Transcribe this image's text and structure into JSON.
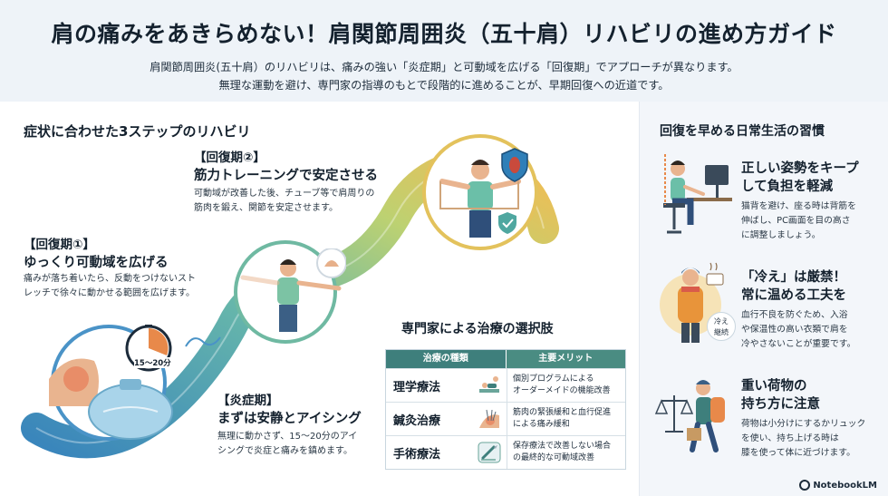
{
  "header": {
    "title": "肩の痛みをあきらめない！肩関節周囲炎（五十肩）リハビリの進め方ガイド",
    "subtitle_line1": "肩関節周囲炎(五十肩）のリハビリは、痛みの強い「炎症期」と可動域を広げる「回復期」でアプローチが異なります。",
    "subtitle_line2": "無理な運動を避け、専門家の指導のもとで段階的に進めることが、早期回復への近道です。"
  },
  "steps": {
    "section_title": "症状に合わせた3ステップのリハビリ",
    "recovery2": {
      "tag": "【回復期②】",
      "heading": "筋力トレーニングで安定させる",
      "desc_line1": "可動域が改善した後、チューブ等で肩周りの",
      "desc_line2": "筋肉を鍛え、関節を安定させます。"
    },
    "recovery1": {
      "tag": "【回復期①】",
      "heading": "ゆっくり可動域を広げる",
      "desc_line1": "痛みが落ち着いたら、反動をつけないスト",
      "desc_line2": "レッチで徐々に動かせる範囲を広げます。"
    },
    "inflammation": {
      "tag": "【炎症期】",
      "heading": "まずは安静とアイシング",
      "desc_line1": "無理に動かさず、15〜20分のアイ",
      "desc_line2": "シングで炎症と痛みを鎮めます。"
    },
    "timer_label": "15〜20分"
  },
  "treatment": {
    "section_title": "専門家による治療の選択肢",
    "col_type": "治療の種類",
    "col_merit": "主要メリット",
    "rows": [
      {
        "type": "理学療法",
        "merit_line1": "個別プログラムによる",
        "merit_line2": "オーダーメイドの機能改善"
      },
      {
        "type": "鍼灸治療",
        "merit_line1": "筋肉の緊張緩和と血行促進",
        "merit_line2": "による痛み緩和"
      },
      {
        "type": "手術療法",
        "merit_line1": "保存療法で改善しない場合",
        "merit_line2": "の最終的な可動域改善"
      }
    ]
  },
  "habits": {
    "section_title": "回復を早める日常生活の習慣",
    "items": [
      {
        "h1": "正しい姿勢をキープ",
        "h2": "して負担を軽減",
        "d1": "猫背を避け、座る時は背筋を",
        "d2": "伸ばし、PC画面を目の高さ",
        "d3": "に調整しましょう。"
      },
      {
        "h1": "「冷え」は厳禁！",
        "h2": "常に温める工夫を",
        "d1": "血行不良を防ぐため、入浴",
        "d2": "や保温性の高い衣類で肩を",
        "d3": "冷やさないことが重要です。"
      },
      {
        "h1": "重い荷物の",
        "h2": "持ち方に注意",
        "d1": "荷物は小分けにするかリュック",
        "d2": "を使い、持ち上げる時は",
        "d3": "膝を使って体に近づけます。"
      }
    ],
    "warm_badge_1": "冷え",
    "warm_badge_2": "継続"
  },
  "brand": "NotebookLM",
  "colors": {
    "header_bg": "#eef3f8",
    "right_bg": "#f3f6fa",
    "teal": "#3e7f7c",
    "ribbon_start": "#2f7fb8",
    "ribbon_end": "#f2b84a"
  }
}
